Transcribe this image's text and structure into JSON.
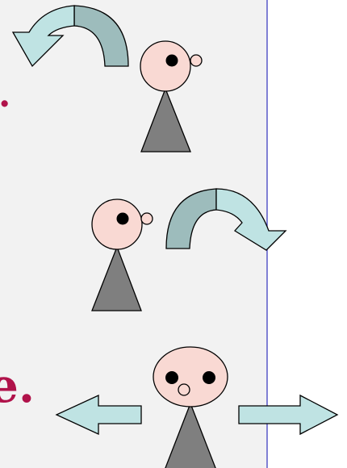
{
  "panel": {
    "background": "#f2f2f2",
    "divider_color": "#4040c0"
  },
  "partial_text": {
    "fragment_1": ".",
    "fragment_2": "e.",
    "color": "#b0124a"
  },
  "colors": {
    "face_fill": "#f9d9d3",
    "body_fill": "#7f7f7f",
    "outline": "#000000",
    "arrow_light": "#bfe3e3",
    "arrow_dark": "#9dbcbc"
  },
  "figures": [
    {
      "id": "figure-top",
      "facing": "right",
      "arrow": "curved-left"
    },
    {
      "id": "figure-middle",
      "facing": "right",
      "arrow": "curved-right"
    },
    {
      "id": "figure-bottom",
      "facing": "front",
      "arrows": [
        "left",
        "right"
      ]
    }
  ]
}
